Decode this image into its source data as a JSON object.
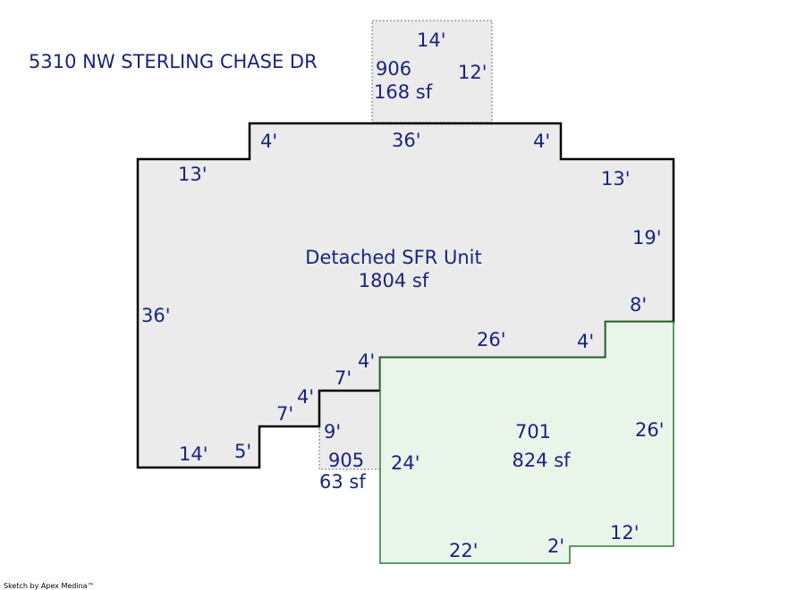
{
  "address": "5310 NW STERLING CHASE DR",
  "credit": "Sketch by Apex Medina™",
  "colors": {
    "text": "#1a237e",
    "main_fill": "#ebebeb",
    "main_stroke": "#000000",
    "garage_fill": "#eaf5ea",
    "garage_stroke": "#2e7d32",
    "dotted_fill": "#ebebeb",
    "dotted_stroke": "#777777"
  },
  "areas": {
    "main": {
      "name": "Detached SFR Unit",
      "area": "1804 sf"
    },
    "porch": {
      "code": "906",
      "area": "168 sf"
    },
    "garage": {
      "code": "701",
      "area": "824 sf"
    },
    "stoop": {
      "code": "905",
      "area": "63 sf"
    }
  },
  "dims": {
    "porch_top": "14'",
    "porch_right": "12'",
    "main_top": "36'",
    "main_step_left": "4'",
    "main_step_right": "4'",
    "main_upper_left": "13'",
    "main_upper_right": "13'",
    "main_right": "19'",
    "main_left": "36'",
    "main_notch": "8'",
    "garage_top": "26'",
    "garage_notch": "4'",
    "step_a": "4'",
    "step_b": "7'",
    "step_c": "4'",
    "step_d": "7'",
    "stoop_side": "9'",
    "bottom_a": "5'",
    "bottom_b": "14'",
    "garage_left": "24'",
    "garage_right": "26'",
    "garage_bottom_right": "12'",
    "garage_jog": "2'",
    "garage_bottom": "22'"
  }
}
